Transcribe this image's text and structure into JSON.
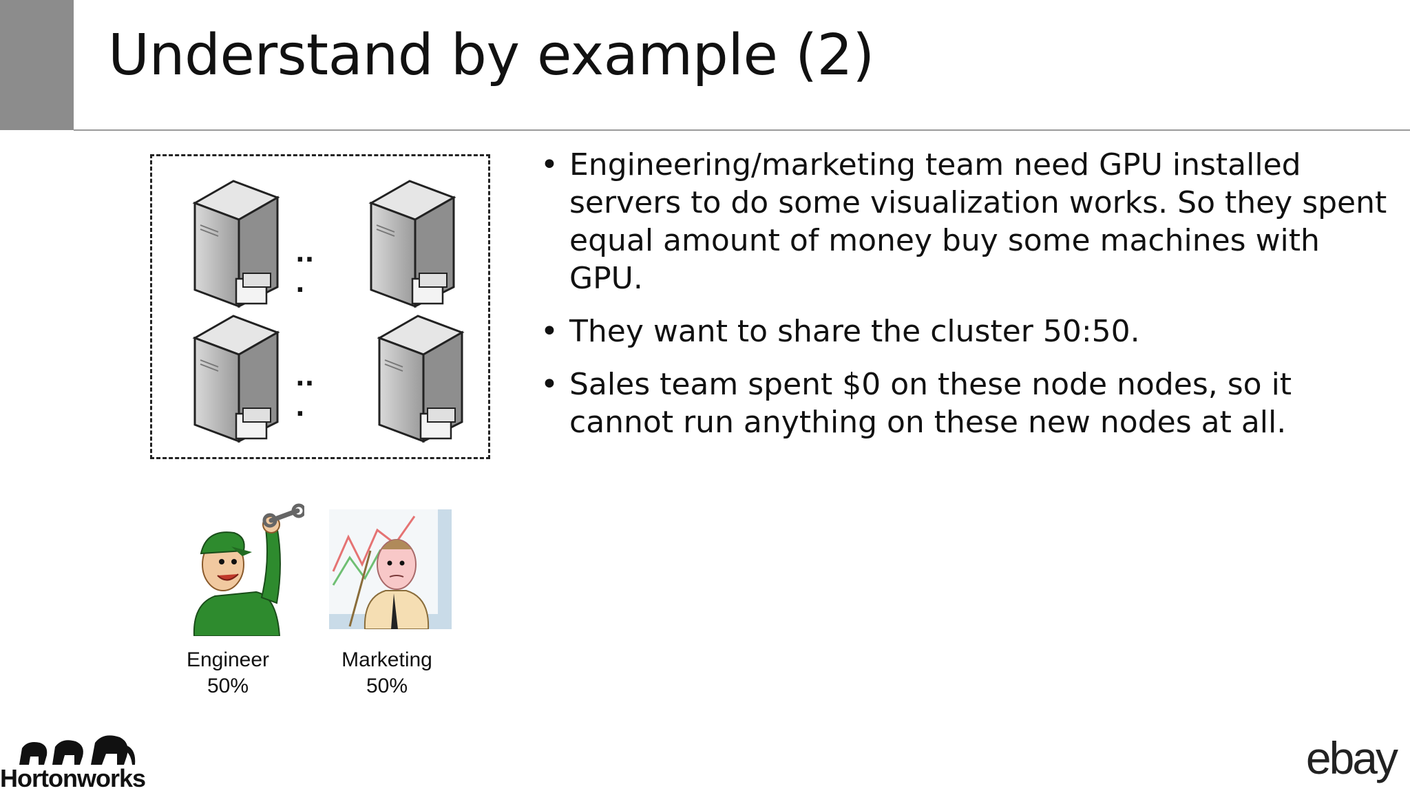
{
  "slide": {
    "title": "Understand by example (2)",
    "bullets": [
      "Engineering/marketing team need GPU installed servers to do some visualization works. So they spent equal amount of money buy some machines with GPU.",
      "They want to share the cluster 50:50.",
      "Sales team spent $0 on these node nodes, so it cannot run anything on these new nodes at all."
    ],
    "bullet_symbol": "•",
    "cluster": {
      "ellipsis_top": "..\n.",
      "ellipsis_bottom": "..\n."
    },
    "teams": [
      {
        "name": "Engineer",
        "share": "50%"
      },
      {
        "name": "Marketing",
        "share": "50%"
      }
    ],
    "footer": {
      "left_logo": "Hortonworks",
      "right_logo": "ebay"
    }
  },
  "colors": {
    "accent_block": "#8c8c8c",
    "rule": "#9a9a9a",
    "server_body": "#a8a8a8",
    "engineer_green": "#2e8b2e"
  },
  "icons": [
    "server-icon",
    "engineer-illustration",
    "marketing-illustration",
    "hortonworks-elephants-logo"
  ]
}
